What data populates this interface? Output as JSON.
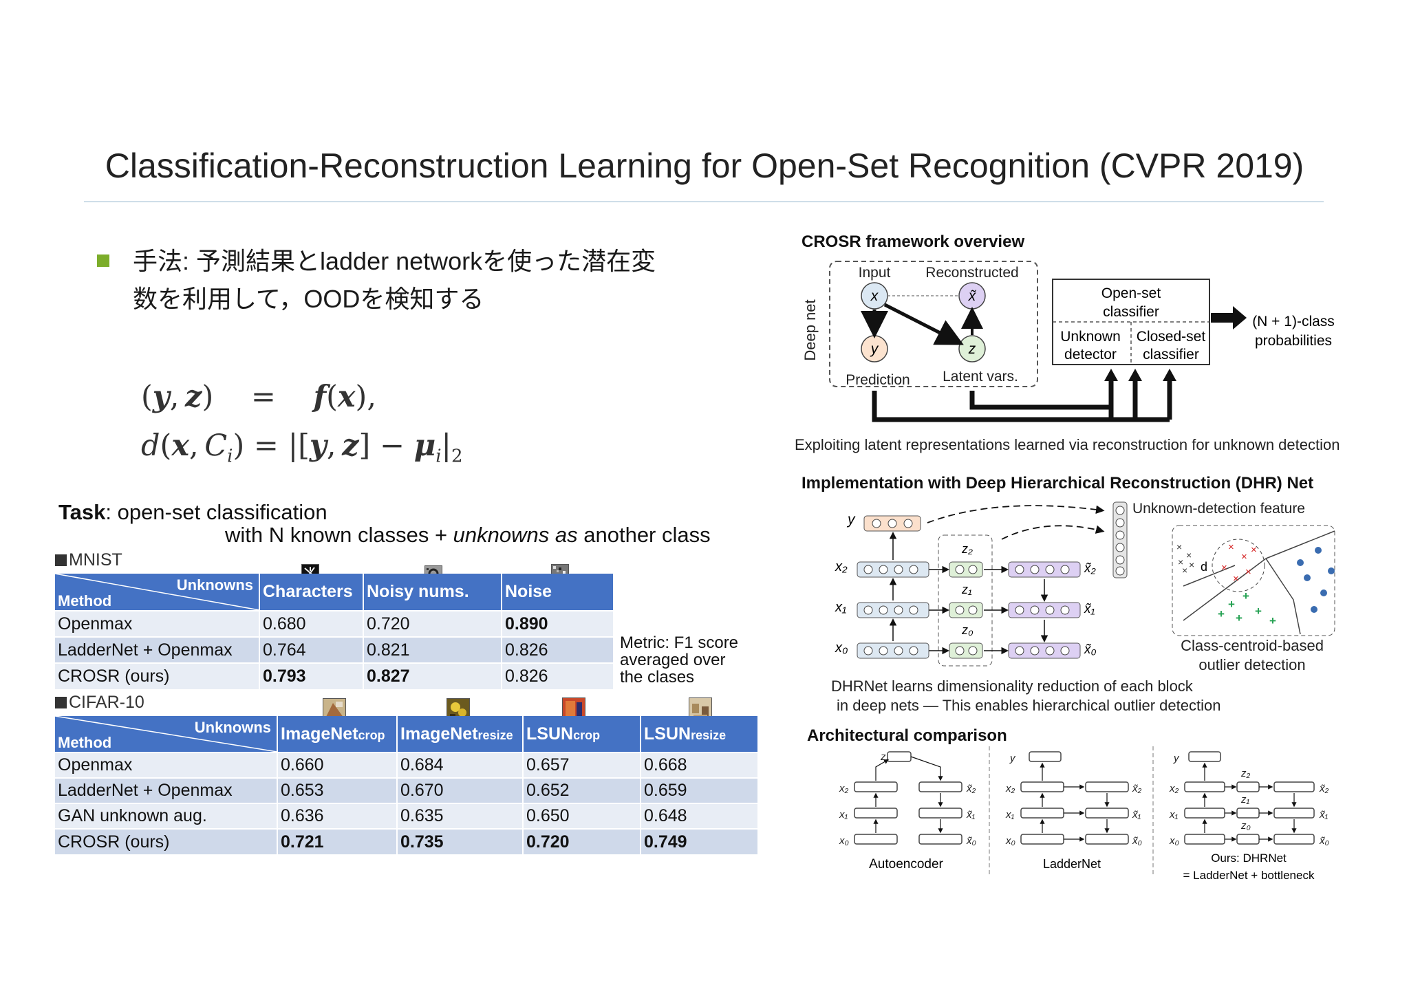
{
  "title": "Classification-Reconstruction Learning for Open-Set Recognition (CVPR 2019)",
  "bullet": {
    "line1": "手法: 予測結果とladder networkを使った潜在変",
    "line2": "数を利用して，OODを検知する"
  },
  "task": {
    "label": "Task",
    "text1": ": open-set classification",
    "text2_pre": "with N known classes + ",
    "text2_em": "unknowns as",
    "text2_post": " another class"
  },
  "mnist": {
    "section": "MNIST",
    "corner_unknowns": "Unknowns",
    "corner_method": "Method",
    "columns": [
      "Characters",
      "Noisy nums.",
      "Noise"
    ],
    "rows": [
      {
        "method": "Openmax",
        "values": [
          "0.680",
          "0.720",
          "0.890"
        ]
      },
      {
        "method": "LadderNet + Openmax",
        "values": [
          "0.764",
          "0.821",
          "0.826"
        ]
      },
      {
        "method": "CROSR (ours)",
        "values": [
          "0.793",
          "0.827",
          "0.826"
        ]
      }
    ]
  },
  "metric_note": {
    "line1": "Metric: F1 score",
    "line2": "averaged over",
    "line3": "the clases"
  },
  "cifar": {
    "section": "CIFAR-10",
    "corner_unknowns": "Unknowns",
    "corner_method": "Method",
    "columns": [
      {
        "main": "ImageNet",
        "sub": "crop"
      },
      {
        "main": "ImageNet",
        "sub": "resize"
      },
      {
        "main": "LSUN",
        "sub": "crop"
      },
      {
        "main": "LSUN",
        "sub": "resize"
      }
    ],
    "rows": [
      {
        "method": "Openmax",
        "values": [
          "0.660",
          "0.684",
          "0.657",
          "0.668"
        ]
      },
      {
        "method": "LadderNet + Openmax",
        "values": [
          "0.653",
          "0.670",
          "0.652",
          "0.659"
        ]
      },
      {
        "method": "GAN unknown aug.",
        "values": [
          "0.636",
          "0.635",
          "0.650",
          "0.648"
        ]
      },
      {
        "method": "CROSR (ours)",
        "values": [
          "0.721",
          "0.735",
          "0.720",
          "0.749"
        ]
      }
    ]
  },
  "fig1": {
    "title": "CROSR framework overview",
    "deep_net": "Deep net",
    "input": "Input",
    "reconstructed": "Reconstructed",
    "prediction": "Prediction",
    "latent": "Latent vars.",
    "osc_title1": "Open-set",
    "osc_title2": "classifier",
    "unknown1": "Unknown",
    "unknown2": "detector",
    "closed1": "Closed-set",
    "closed2": "classifier",
    "out1": "(N + 1)-class",
    "out2": "probabilities",
    "caption": "Exploiting latent representations learned via reconstruction for unknown detection"
  },
  "fig2": {
    "title": "Implementation with Deep Hierarchical Reconstruction (DHR) Net",
    "feature": "Unknown-detection feature",
    "outlier1": "Class-centroid-based",
    "outlier2": "outlier detection",
    "cap1": "DHRNet learns dimensionality reduction of each block",
    "cap2": "in deep nets — This enables hierarchical outlier detection"
  },
  "fig3": {
    "title": "Architectural comparison",
    "autoencoder": "Autoencoder",
    "laddernet": "LadderNet",
    "ours1": "Ours: DHRNet",
    "ours2": "= LadderNet + bottleneck"
  },
  "colors": {
    "accent": "#7cad2a",
    "table_header": "#4472c4",
    "row_dark": "#cfd9ea",
    "row_light": "#e8edf5"
  }
}
